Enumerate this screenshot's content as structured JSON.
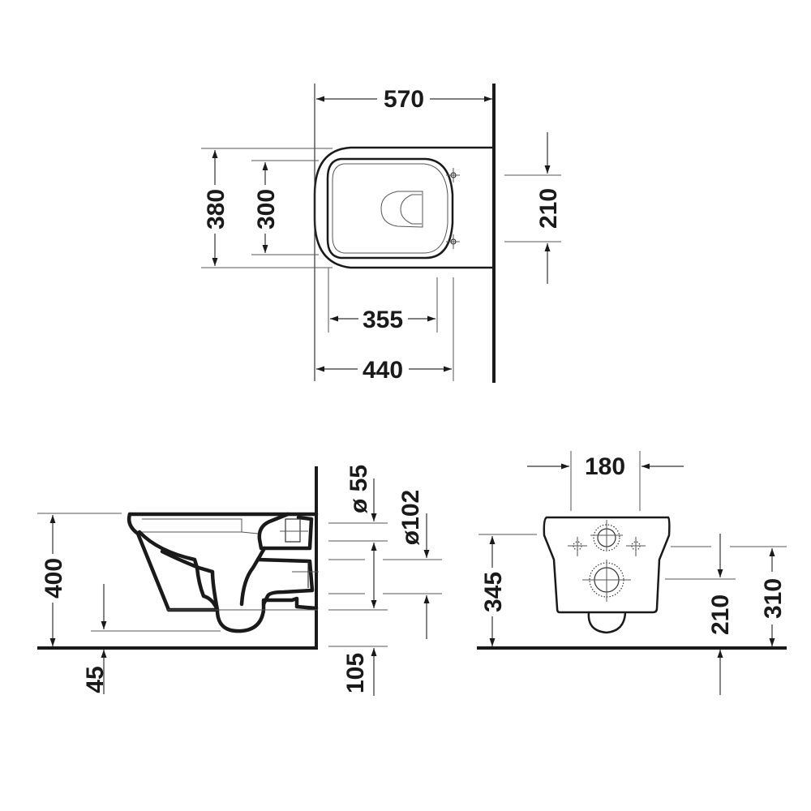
{
  "drawing": {
    "type": "technical-dimension-drawing",
    "subject": "wall-mounted toilet",
    "units": "mm",
    "views": {
      "top_view": {
        "dimensions": {
          "overall_length": "570",
          "overall_width": "380",
          "inner_bowl_width": "300",
          "fixing_hole_spacing": "210",
          "inner_length": "355",
          "seat_length": "440"
        }
      },
      "side_view": {
        "dimensions": {
          "rim_height": "400",
          "floor_offset": "45",
          "inlet_diameter": "ø 55",
          "outlet_diameter": "ø102",
          "outlet_height": "105"
        }
      },
      "rear_view": {
        "dimensions": {
          "fixing_width": "180",
          "fixing_height": "345",
          "outlet_center_height": "210",
          "fixing_center_height": "310"
        }
      }
    }
  }
}
